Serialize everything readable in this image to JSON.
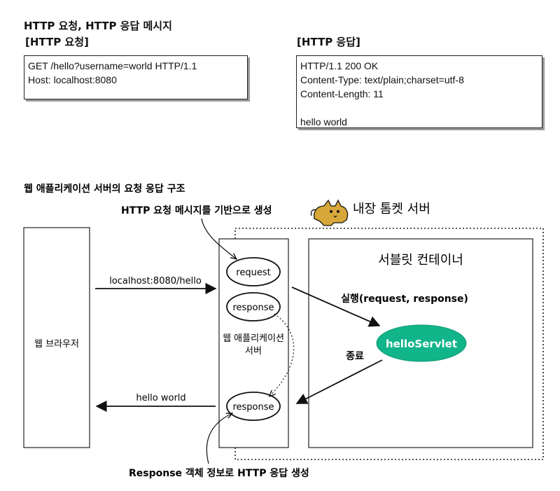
{
  "top": {
    "title": "HTTP 요청, HTTP 응답 메시지",
    "request_label": "[HTTP 요청]",
    "response_label": "[HTTP 응답]",
    "request_lines": [
      "GET /hello?username=world HTTP/1.1",
      "Host: localhost:8080"
    ],
    "response_lines": [
      "HTTP/1.1 200 OK",
      "Content-Type: text/plain;charset=utf-8",
      "Content-Length: 11",
      "",
      "hello world"
    ]
  },
  "diagram": {
    "title": "웹 애플리케이션 서버의 요청 응답 구조",
    "annotation_top": "HTTP 요청 메시지를 기반으로 생성",
    "tomcat_label": "내장 톰켓 서버",
    "browser_label": "웹 브라우저",
    "url_label": "localhost:8080/hello",
    "hello_world_label": "hello world",
    "request_node": "request",
    "response_node_top": "response",
    "response_node_bottom": "response",
    "was_label_line1": "웹 애플리케이션",
    "was_label_line2": "서버",
    "container_label": "서블릿 컨테이너",
    "execute_label": "실행(request, response)",
    "servlet_label": "helloServlet",
    "end_label": "종료",
    "annotation_bottom": "Response 객체 정보로 HTTP 응답 생성",
    "colors": {
      "servlet": "#12b48a",
      "tomcat": "#d8a73a"
    },
    "icons": [
      "tomcat-icon"
    ]
  }
}
